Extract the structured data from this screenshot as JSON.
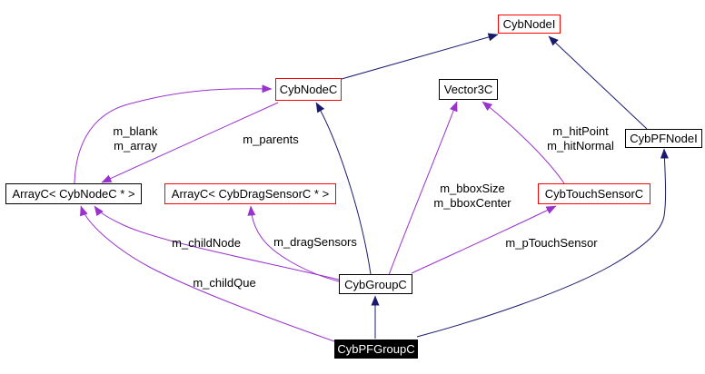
{
  "diagram": {
    "type": "class-collaboration-graph",
    "nodes": {
      "cybNodeI": {
        "label": "CybNodeI",
        "border": "red"
      },
      "cybNodeC": {
        "label": "CybNodeC",
        "border": "red"
      },
      "vector3C": {
        "label": "Vector3C",
        "border": "black"
      },
      "cybPFNodeI": {
        "label": "CybPFNodeI",
        "border": "black"
      },
      "arrayCybNodeC": {
        "label": "ArrayC< CybNodeC * >",
        "border": "black"
      },
      "arrayCybDragSensorC": {
        "label": "ArrayC< CybDragSensorC * >",
        "border": "red"
      },
      "cybTouchSensorC": {
        "label": "CybTouchSensorC",
        "border": "red"
      },
      "cybGroupC": {
        "label": "CybGroupC",
        "border": "black"
      },
      "cybPFGroupC": {
        "label": "CybPFGroupC",
        "border": "black",
        "fill": "black",
        "text_color": "white"
      }
    },
    "labels": {
      "m_blank": "m_blank",
      "m_array": "m_array",
      "m_parents": "m_parents",
      "m_hitPoint": "m_hitPoint",
      "m_hitNormal": "m_hitNormal",
      "m_bboxSize": "m_bboxSize",
      "m_bboxCenter": "m_bboxCenter",
      "m_childNode": "m_childNode",
      "m_dragSensors": "m_dragSensors",
      "m_childQue": "m_childQue",
      "m_pTouchSensor": "m_pTouchSensor"
    },
    "edges": [
      {
        "from": "CybNodeC",
        "to": "CybNodeI",
        "type": "inheritance"
      },
      {
        "from": "CybPFNodeI",
        "to": "CybNodeI",
        "type": "inheritance"
      },
      {
        "from": "CybGroupC",
        "to": "CybNodeC",
        "type": "inheritance"
      },
      {
        "from": "CybPFGroupC",
        "to": "CybGroupC",
        "type": "inheritance"
      },
      {
        "from": "CybPFGroupC",
        "to": "CybPFNodeI",
        "type": "inheritance"
      },
      {
        "from": "ArrayC< CybNodeC * >",
        "to": "CybNodeC",
        "type": "usage",
        "label": [
          "m_blank",
          "m_array"
        ]
      },
      {
        "from": "CybNodeC",
        "to": "ArrayC< CybNodeC * >",
        "type": "usage",
        "label": [
          "m_parents"
        ]
      },
      {
        "from": "CybGroupC",
        "to": "ArrayC< CybNodeC * >",
        "type": "usage",
        "label": [
          "m_childNode"
        ]
      },
      {
        "from": "CybPFGroupC",
        "to": "ArrayC< CybNodeC * >",
        "type": "usage",
        "label": [
          "m_childQue"
        ]
      },
      {
        "from": "CybGroupC",
        "to": "ArrayC< CybDragSensorC * >",
        "type": "usage",
        "label": [
          "m_dragSensors"
        ]
      },
      {
        "from": "CybGroupC",
        "to": "Vector3C",
        "type": "usage",
        "label": [
          "m_bboxSize",
          "m_bboxCenter"
        ]
      },
      {
        "from": "CybTouchSensorC",
        "to": "Vector3C",
        "type": "usage",
        "label": [
          "m_hitPoint",
          "m_hitNormal"
        ]
      },
      {
        "from": "CybGroupC",
        "to": "CybTouchSensorC",
        "type": "usage",
        "label": [
          "m_pTouchSensor"
        ]
      }
    ],
    "colors": {
      "inheritance_edge": "#191970",
      "usage_edge": "#9a32cd",
      "truncated_node_border": "#ff0000",
      "node_border": "#000000",
      "focused_node_fill": "#000000",
      "focused_node_text": "#ffffff",
      "background": "#ffffff"
    }
  }
}
